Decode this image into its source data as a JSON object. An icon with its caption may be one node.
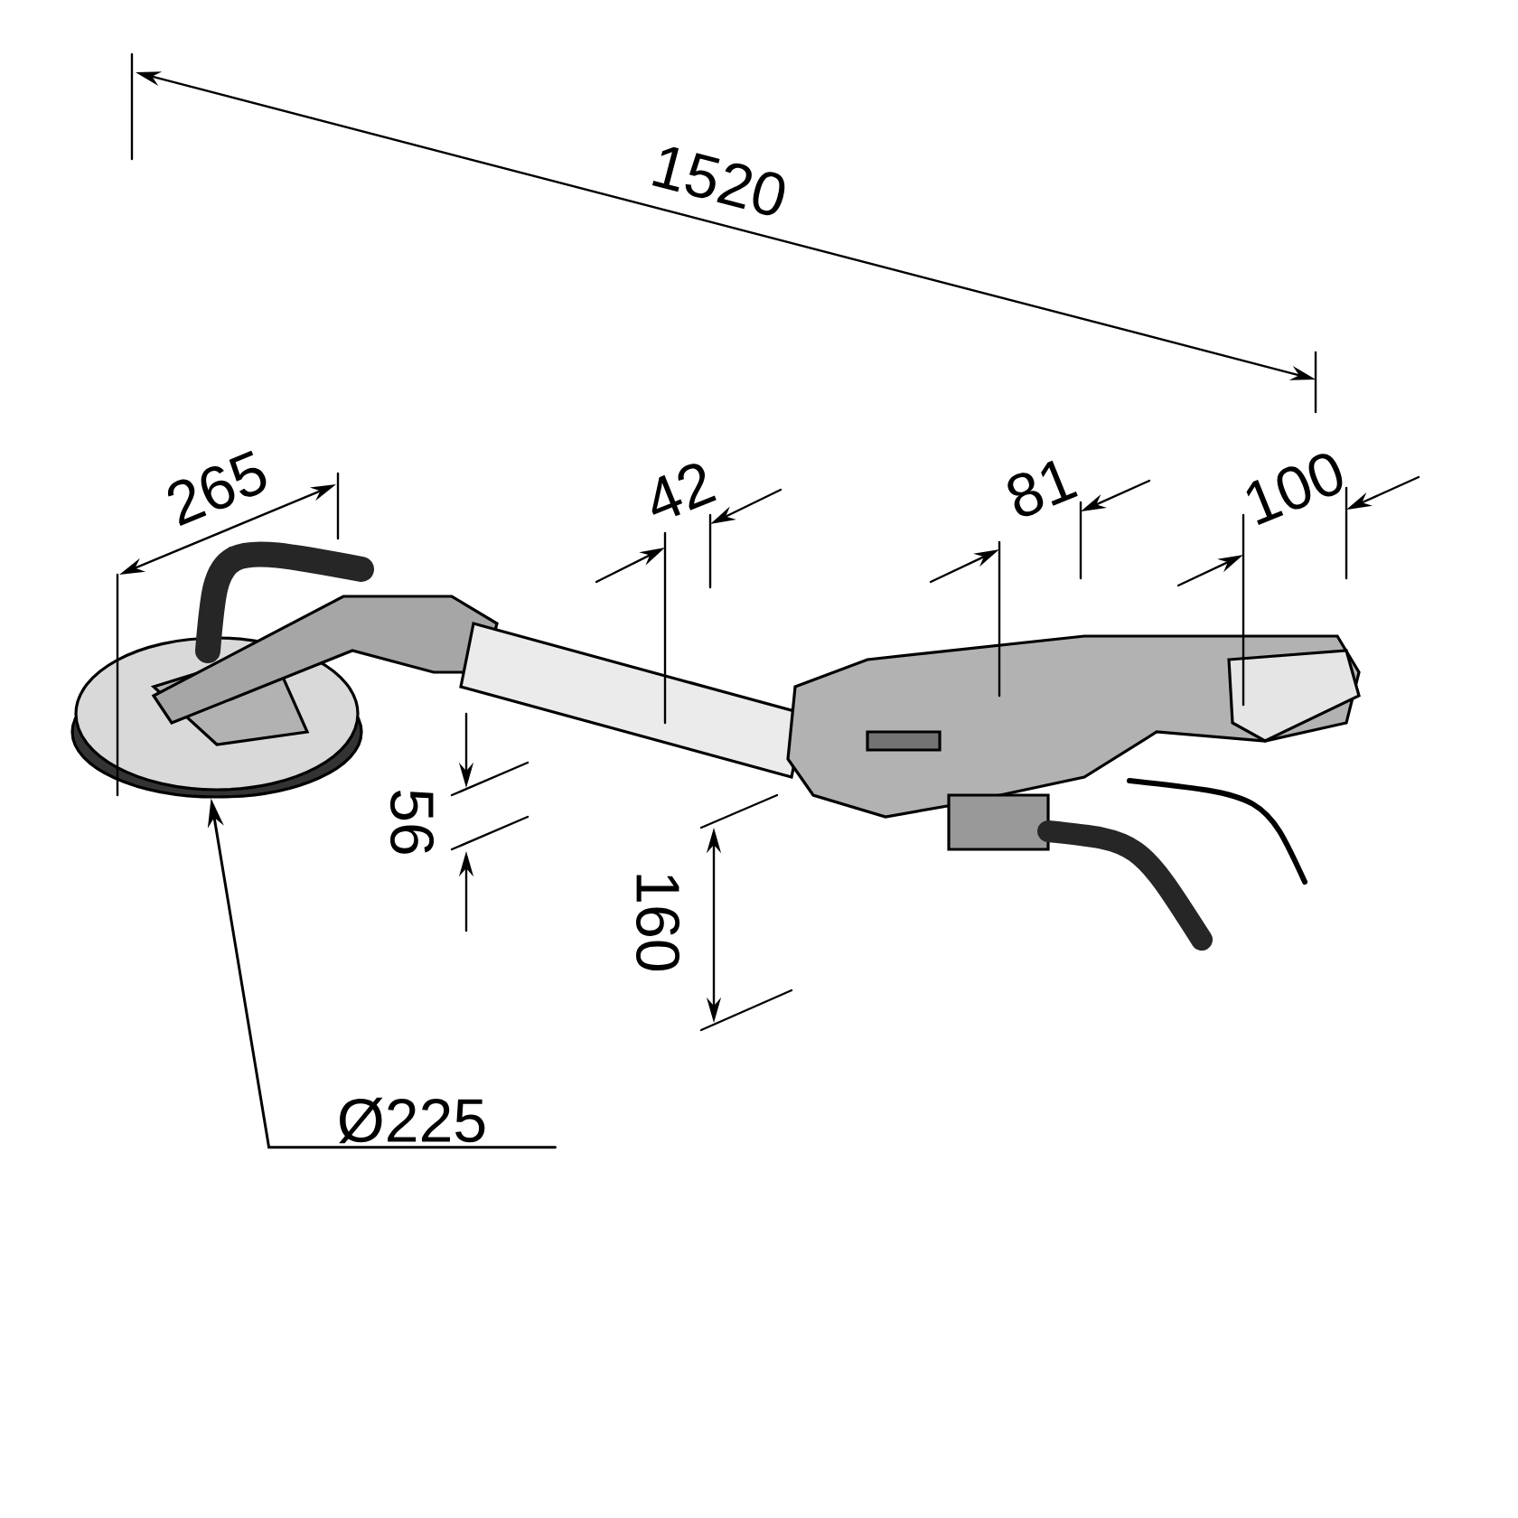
{
  "diagram": {
    "nodes": [
      {
        "text": [
          "Ø225"
        ]
      },
      {
        "text": [],
        "shape": "circle"
      }
    ],
    "edges": [
      {
        "from": 0,
        "to": 1,
        "arrow": "to"
      }
    ],
    "labels": [
      "1520",
      "265",
      "42",
      "81",
      "100",
      "56",
      "160"
    ]
  }
}
